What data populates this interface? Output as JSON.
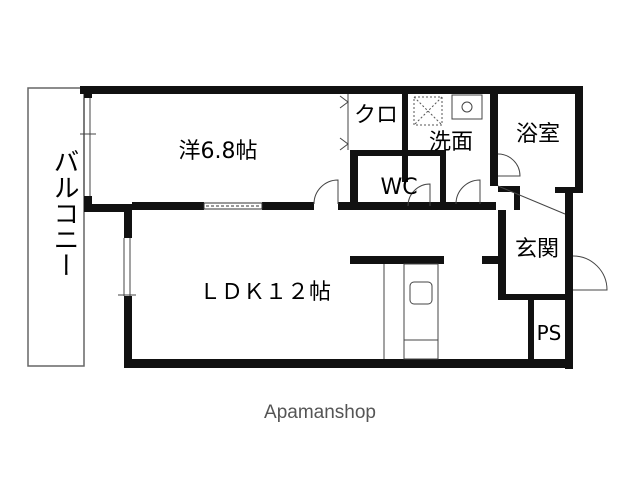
{
  "rooms": {
    "western": "洋6.8帖",
    "closet": "クロ",
    "washroom": "洗面",
    "bath": "浴室",
    "wc": "WC",
    "entrance": "玄関",
    "ldk": "ＬＤＫ１２帖",
    "ps": "PS",
    "balcony": "バルコニー"
  },
  "watermark": "Apamanshop"
}
